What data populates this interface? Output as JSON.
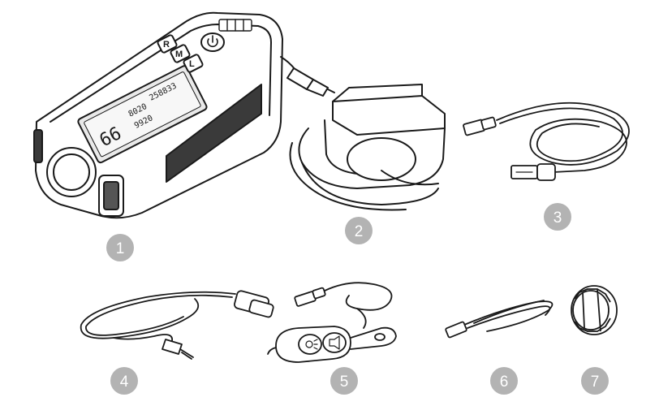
{
  "badges": [
    {
      "label": "1"
    },
    {
      "label": "2"
    },
    {
      "label": "3"
    },
    {
      "label": "4"
    },
    {
      "label": "5"
    },
    {
      "label": "6"
    },
    {
      "label": "7"
    }
  ],
  "device": {
    "odometer": "258833",
    "trip": "9920",
    "time": "8020",
    "speed": "66",
    "buttons": {
      "left": "L",
      "mode": "M",
      "right": "R"
    }
  },
  "colors": {
    "line": "#1a1a1a",
    "badge": "#b3b3b3",
    "background": "#ffffff"
  },
  "icons": {
    "power": "power-icon",
    "lamp": "headlight-icon",
    "horn": "horn-icon",
    "usb": "usb-icon"
  }
}
